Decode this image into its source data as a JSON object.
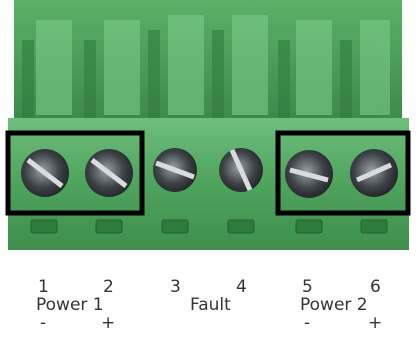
{
  "terminals": [
    {
      "number": "1",
      "polarity": "-"
    },
    {
      "number": "2",
      "polarity": "+"
    },
    {
      "number": "3",
      "polarity": ""
    },
    {
      "number": "4",
      "polarity": ""
    },
    {
      "number": "5",
      "polarity": "-"
    },
    {
      "number": "6",
      "polarity": "+"
    }
  ],
  "groups": {
    "power1": "Power 1",
    "fault": "Fault",
    "power2": "Power 2"
  },
  "colors": {
    "connector_body": "#4fa85f",
    "connector_highlight": "#7cc98a",
    "highlight_box": "#000000",
    "label_text": "#333333"
  }
}
